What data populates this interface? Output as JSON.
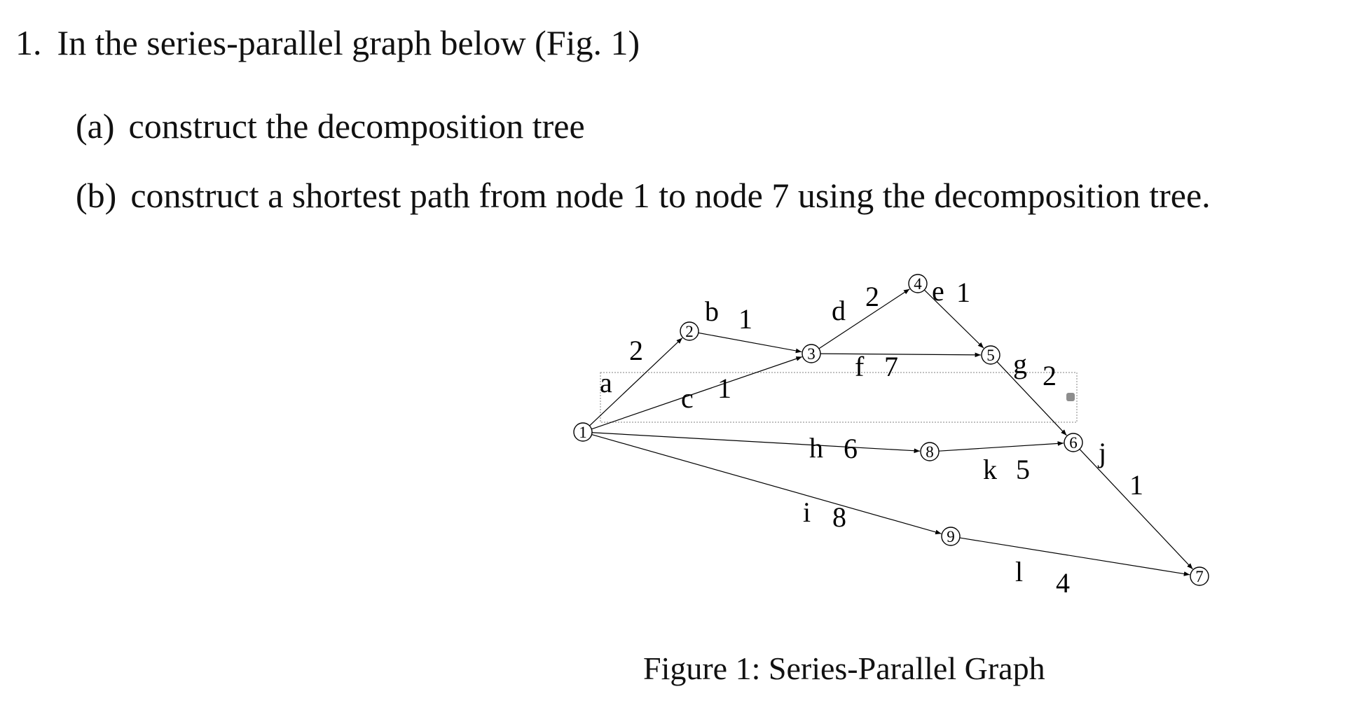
{
  "question": {
    "number": "1.",
    "text": "In the series-parallel graph below (Fig. 1)",
    "parts": [
      {
        "label": "(a)",
        "text": "construct the decomposition tree"
      },
      {
        "label": "(b)",
        "text": "construct a shortest path from node 1 to node 7 using the decomposition tree."
      }
    ]
  },
  "figure": {
    "caption": "Figure 1: Series-Parallel Graph",
    "nodes": [
      "1",
      "2",
      "3",
      "4",
      "5",
      "6",
      "7",
      "8",
      "9"
    ],
    "edges": [
      {
        "from": "1",
        "to": "2",
        "name": "a",
        "weight": "2"
      },
      {
        "from": "2",
        "to": "3",
        "name": "b",
        "weight": "1"
      },
      {
        "from": "1",
        "to": "3",
        "name": "c",
        "weight": "1"
      },
      {
        "from": "3",
        "to": "4",
        "name": "d",
        "weight": "2"
      },
      {
        "from": "4",
        "to": "5",
        "name": "e",
        "weight": "1"
      },
      {
        "from": "3",
        "to": "5",
        "name": "f",
        "weight": "7"
      },
      {
        "from": "5",
        "to": "6",
        "name": "g",
        "weight": "2"
      },
      {
        "from": "1",
        "to": "8",
        "name": "h",
        "weight": "6"
      },
      {
        "from": "1",
        "to": "9",
        "name": "i",
        "weight": "8"
      },
      {
        "from": "6",
        "to": "7",
        "name": "j",
        "weight": "1"
      },
      {
        "from": "8",
        "to": "6",
        "name": "k",
        "weight": "5"
      },
      {
        "from": "9",
        "to": "7",
        "name": "l",
        "weight": "4"
      }
    ],
    "colors": {
      "ink": "#000000",
      "selection": "#9a9a9a"
    }
  }
}
